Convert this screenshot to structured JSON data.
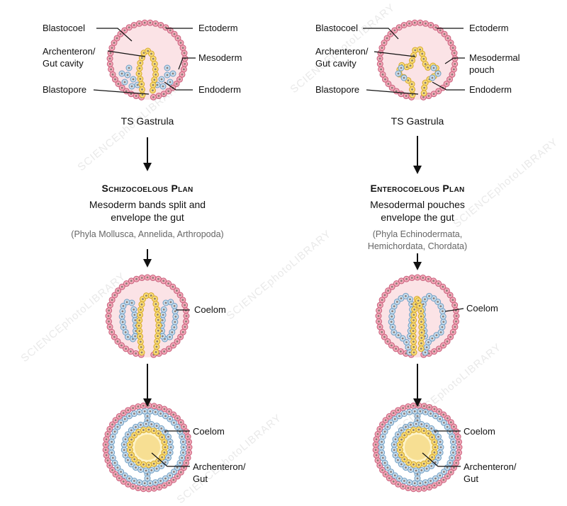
{
  "left": {
    "labels": {
      "blastocoel": "Blastocoel",
      "ectoderm": "Ectoderm",
      "archenteron_1": "Archenteron/",
      "archenteron_2": "Gut cavity",
      "mesoderm": "Mesoderm",
      "blastopore": "Blastopore",
      "endoderm": "Endoderm"
    },
    "stage_caption": "TS Gastrula",
    "plan_title": "Schizocoelous Plan",
    "desc_1": "Mesoderm bands split and",
    "desc_2": "envelope the gut",
    "phyla": "(Phyla Mollusca, Annelida, Arthropoda)",
    "coelom_1": "Coelom",
    "coelom_2": "Coelom",
    "gut_1": "Archenteron/",
    "gut_2": "Gut"
  },
  "right": {
    "labels": {
      "blastocoel": "Blastocoel",
      "ectoderm": "Ectoderm",
      "archenteron_1": "Archenteron/",
      "archenteron_2": "Gut cavity",
      "mesodermal_1": "Mesodermal",
      "mesodermal_2": "pouch",
      "blastopore": "Blastopore",
      "endoderm": "Endoderm"
    },
    "stage_caption": "TS Gastrula",
    "plan_title": "Enterocoelous Plan",
    "desc_1": "Mesodermal pouches",
    "desc_2": "envelope the gut",
    "phyla_1": "(Phyla Echinodermata,",
    "phyla_2": "Hemichordata, Chordata)",
    "coelom_1": "Coelom",
    "coelom_2": "Coelom",
    "gut_1": "Archenteron/",
    "gut_2": "Gut"
  },
  "watermark": "SCIENCEphotoLIBRARY",
  "colors": {
    "ectoderm_fill": "#f2a9b9",
    "ectoderm_stroke": "#c9607c",
    "blastocoel": "#fbe3e6",
    "mesoderm_fill": "#c9ddec",
    "mesoderm_stroke": "#6f9ec4",
    "endoderm_fill": "#f8dd7a",
    "endoderm_stroke": "#d6a82c",
    "gut_cavity": "#fdf3c8",
    "nucleus": "#8a7a74"
  }
}
